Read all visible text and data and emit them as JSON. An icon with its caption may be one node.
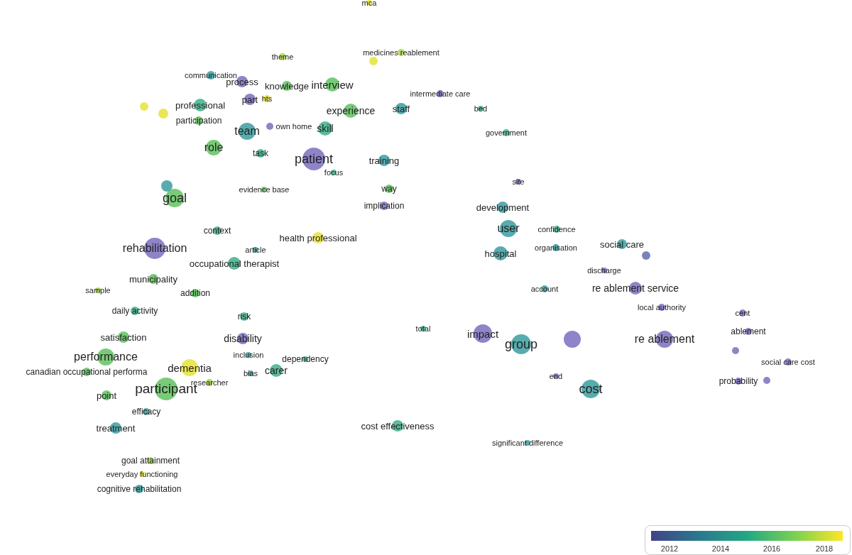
{
  "diagram": {
    "nodes": [
      {
        "text": [
          "mca"
        ]
      },
      {
        "text": [
          "theme"
        ]
      },
      {
        "text": [
          "medicines reablement"
        ]
      },
      {
        "text": [
          "communication"
        ]
      },
      {
        "text": [
          "process"
        ]
      },
      {
        "text": [
          "knowledge"
        ]
      },
      {
        "text": [
          "interview"
        ]
      },
      {
        "text": [
          "part"
        ]
      },
      {
        "text": [
          "hts"
        ]
      },
      {
        "text": [
          "intermediate care"
        ]
      },
      {
        "text": [
          "professional"
        ]
      },
      {
        "text": [
          "experience"
        ]
      },
      {
        "text": [
          "staff"
        ]
      },
      {
        "text": [
          "bed"
        ]
      },
      {
        "text": [
          "participation"
        ]
      },
      {
        "text": [
          "own home"
        ]
      },
      {
        "text": [
          "team"
        ]
      },
      {
        "text": [
          "skill"
        ]
      },
      {
        "text": [
          "government"
        ]
      },
      {
        "text": [
          "role"
        ]
      },
      {
        "text": [
          "task"
        ]
      },
      {
        "text": [
          "patient"
        ]
      },
      {
        "text": [
          "training"
        ]
      },
      {
        "text": [
          "focus"
        ]
      },
      {
        "text": [
          "evidence base"
        ]
      },
      {
        "text": [
          "way"
        ]
      },
      {
        "text": [
          "site"
        ]
      },
      {
        "text": [
          "goal"
        ]
      },
      {
        "text": [
          "implication"
        ]
      },
      {
        "text": [
          "development"
        ]
      },
      {
        "text": [
          "user"
        ]
      },
      {
        "text": [
          "confidence"
        ]
      },
      {
        "text": [
          "context"
        ]
      },
      {
        "text": [
          "health professional"
        ]
      },
      {
        "text": [
          "rehabilitation"
        ]
      },
      {
        "text": [
          "article"
        ]
      },
      {
        "text": [
          "hospital"
        ]
      },
      {
        "text": [
          "organisation"
        ]
      },
      {
        "text": [
          "social care"
        ]
      },
      {
        "text": [
          "occupational therapist"
        ]
      },
      {
        "text": [
          "municipality"
        ]
      },
      {
        "text": [
          "discharge"
        ]
      },
      {
        "text": [
          "sample"
        ]
      },
      {
        "text": [
          "addition"
        ]
      },
      {
        "text": [
          "account"
        ]
      },
      {
        "text": [
          "re ablement service"
        ]
      },
      {
        "text": [
          "local authority"
        ]
      },
      {
        "text": [
          "daily activity"
        ]
      },
      {
        "text": [
          "risk"
        ]
      },
      {
        "text": [
          "cent"
        ]
      },
      {
        "text": [
          "total"
        ]
      },
      {
        "text": [
          "impact"
        ]
      },
      {
        "text": [
          "ablement"
        ]
      },
      {
        "text": [
          "satisfaction"
        ]
      },
      {
        "text": [
          "disability"
        ]
      },
      {
        "text": [
          "group"
        ]
      },
      {
        "text": [
          "re ablement"
        ]
      },
      {
        "text": [
          "inclusion"
        ]
      },
      {
        "text": [
          "performance"
        ]
      },
      {
        "text": [
          "dependency"
        ]
      },
      {
        "text": [
          "dementia"
        ]
      },
      {
        "text": [
          "canadian occupational performa"
        ]
      },
      {
        "text": [
          "social care cost"
        ]
      },
      {
        "text": [
          "carer"
        ]
      },
      {
        "text": [
          "bias"
        ]
      },
      {
        "text": [
          "researcher"
        ]
      },
      {
        "text": [
          "end"
        ]
      },
      {
        "text": [
          "participant"
        ]
      },
      {
        "text": [
          "probability"
        ]
      },
      {
        "text": [
          "cost"
        ]
      },
      {
        "text": [
          "point"
        ]
      },
      {
        "text": [
          "efficacy"
        ]
      },
      {
        "text": [
          "cost effectiveness"
        ]
      },
      {
        "text": [
          "treatment"
        ]
      },
      {
        "text": [
          "significant difference"
        ]
      },
      {
        "text": [
          "goal attainment"
        ]
      },
      {
        "text": [
          "everyday functioning"
        ]
      },
      {
        "text": [
          "cognitive rehabilitation"
        ]
      },
      {
        "text": [],
        "shape": "circle"
      },
      {
        "text": [],
        "shape": "circle"
      },
      {
        "text": [],
        "shape": "circle"
      },
      {
        "text": [],
        "shape": "circle"
      },
      {
        "text": [],
        "shape": "circle"
      },
      {
        "text": [],
        "shape": "circle"
      },
      {
        "text": [],
        "shape": "circle"
      },
      {
        "text": [],
        "shape": "circle"
      }
    ],
    "labels": [
      "2012",
      "2014",
      "2016",
      "2018"
    ]
  }
}
